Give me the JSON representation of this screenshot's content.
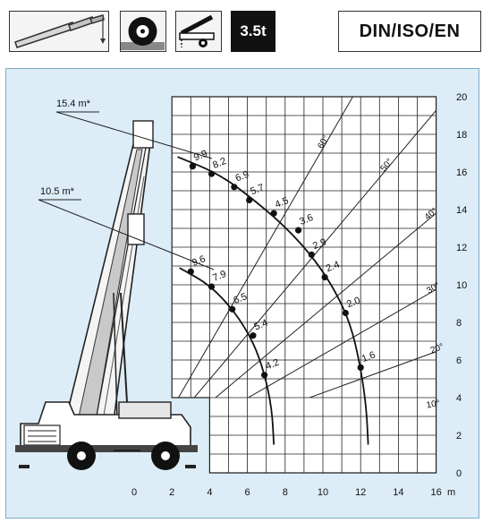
{
  "header": {
    "boom_icon": "telescopic-boom-icon",
    "wheel_icon": "tire-icon",
    "trailer_icon": "crane-on-carrier-icon",
    "weight": "3.5t",
    "standard": "DIN/ISO/EN"
  },
  "boom_labels": {
    "full": "15.4 m*",
    "half": "10.5 m*"
  },
  "axes": {
    "x_ticks": [
      "0",
      "2",
      "4",
      "6",
      "8",
      "10",
      "12",
      "14",
      "16"
    ],
    "x_unit": "m",
    "y_ticks": [
      "0",
      "2",
      "4",
      "6",
      "8",
      "10",
      "12",
      "14",
      "16",
      "18",
      "20"
    ]
  },
  "chart_data": {
    "type": "scatter",
    "xlim": [
      0,
      16
    ],
    "ylim": [
      0,
      20
    ],
    "grid": true,
    "angles": [
      {
        "label": "60°",
        "deg": 60
      },
      {
        "label": "50°",
        "deg": 50
      },
      {
        "label": "40°",
        "deg": 40
      },
      {
        "label": "30°",
        "deg": 30
      },
      {
        "label": "20°",
        "deg": 20
      },
      {
        "label": "10°",
        "deg": 10
      }
    ],
    "series": [
      {
        "points": [
          {
            "x": 3.1,
            "y": 16.3,
            "label": "9.9"
          },
          {
            "x": 4.1,
            "y": 15.9,
            "label": "8.2"
          },
          {
            "x": 5.3,
            "y": 15.2,
            "label": "6.9"
          },
          {
            "x": 6.1,
            "y": 14.5,
            "label": "5.7"
          },
          {
            "x": 7.4,
            "y": 13.8,
            "label": "4.5"
          },
          {
            "x": 8.7,
            "y": 12.9,
            "label": "3.6"
          },
          {
            "x": 9.4,
            "y": 11.6,
            "label": "2.9"
          },
          {
            "x": 10.1,
            "y": 10.4,
            "label": "2.4"
          },
          {
            "x": 11.2,
            "y": 8.5,
            "label": "2.0"
          },
          {
            "x": 12.0,
            "y": 5.6,
            "label": "1.6"
          }
        ]
      },
      {
        "points": [
          {
            "x": 3.0,
            "y": 10.7,
            "label": "9.6"
          },
          {
            "x": 4.1,
            "y": 9.9,
            "label": "7.9"
          },
          {
            "x": 5.2,
            "y": 8.7,
            "label": "6.5"
          },
          {
            "x": 6.3,
            "y": 7.3,
            "label": "5.4"
          },
          {
            "x": 6.9,
            "y": 5.2,
            "label": "4.2"
          }
        ]
      }
    ]
  }
}
